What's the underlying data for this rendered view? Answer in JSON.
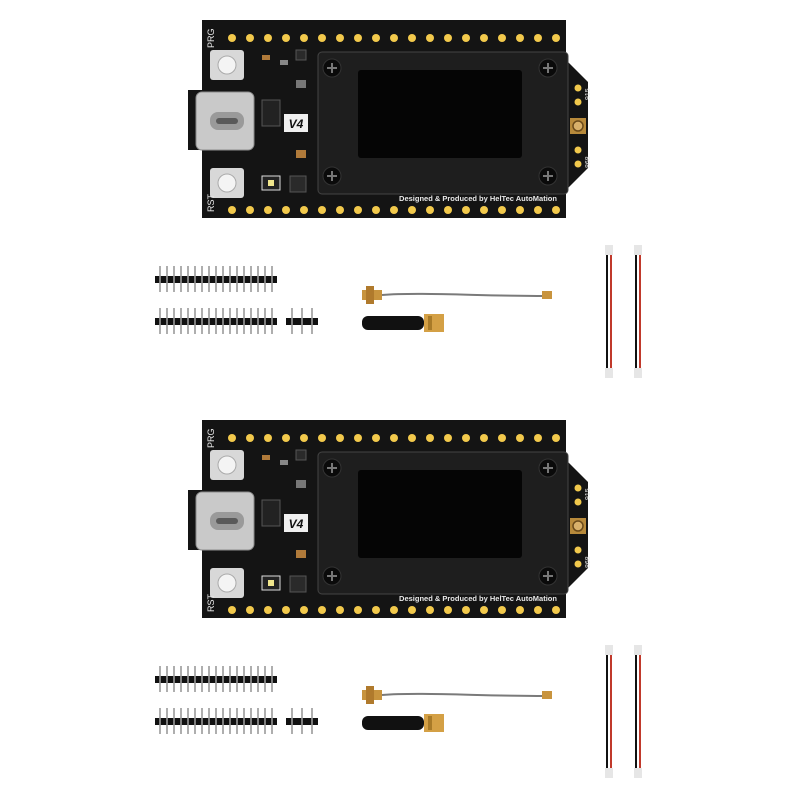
{
  "kits": [
    {
      "board": {
        "version_label": "V4",
        "credit_text": "Designed & Produced by HelTec AutoMation",
        "prg_label": "PRG",
        "rst_label": "RST",
        "band_label_top": "915",
        "band_label_bottom": "868"
      },
      "accessories": [
        "header-pins-long",
        "header-pins-with-3pin",
        "ipex-pigtail-cable",
        "rubber-antenna",
        "jst-cables"
      ]
    },
    {
      "board": {
        "version_label": "V4",
        "credit_text": "Designed & Produced by HelTec AutoMation",
        "prg_label": "PRG",
        "rst_label": "RST",
        "band_label_top": "915",
        "band_label_bottom": "868"
      },
      "accessories": [
        "header-pins-long",
        "header-pins-with-3pin",
        "ipex-pigtail-cable",
        "rubber-antenna",
        "jst-cables"
      ]
    }
  ],
  "colors": {
    "pcb": "#141414",
    "pad_gold": "#f2c94c",
    "oled_bezel": "#1e1e1e",
    "oled_screen": "#050505",
    "usb_metal": "#c9c9c9",
    "cable_red": "#c0392b"
  }
}
